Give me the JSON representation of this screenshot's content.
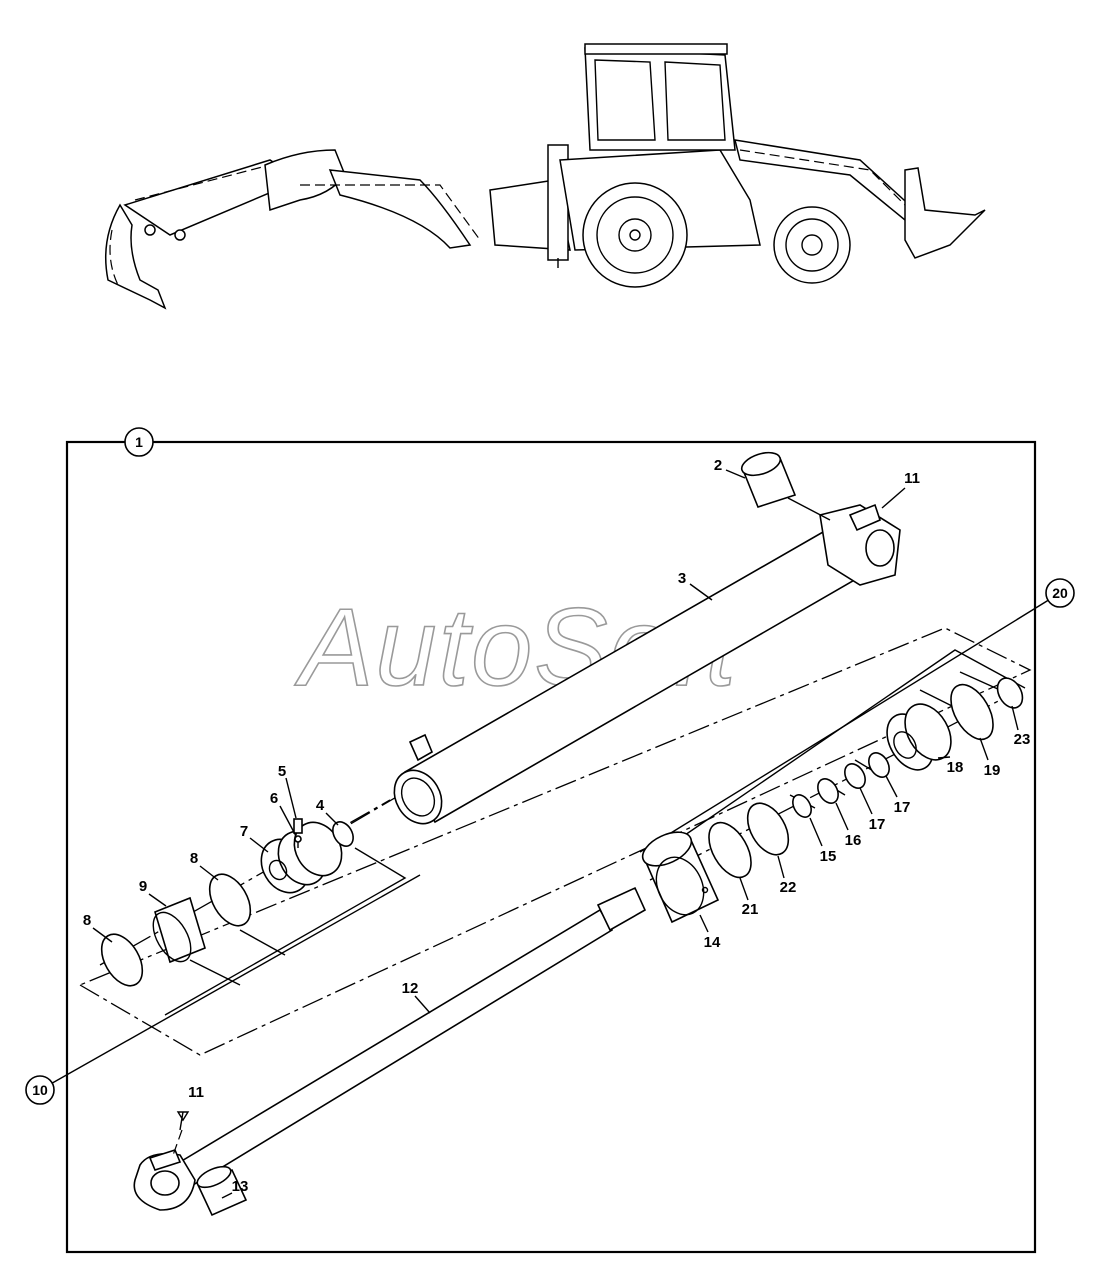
{
  "watermark": "AutoSoft",
  "assembly_callout": "1",
  "seal_kit_callouts": [
    "10",
    "20"
  ],
  "part_labels": [
    {
      "id": "p2",
      "text": "2"
    },
    {
      "id": "p11a",
      "text": "11"
    },
    {
      "id": "p3",
      "text": "3"
    },
    {
      "id": "p5",
      "text": "5"
    },
    {
      "id": "p6",
      "text": "6"
    },
    {
      "id": "p4",
      "text": "4"
    },
    {
      "id": "p7",
      "text": "7"
    },
    {
      "id": "p8a",
      "text": "8"
    },
    {
      "id": "p9",
      "text": "9"
    },
    {
      "id": "p8b",
      "text": "8"
    },
    {
      "id": "p12",
      "text": "12"
    },
    {
      "id": "p11b",
      "text": "11"
    },
    {
      "id": "p13",
      "text": "13"
    },
    {
      "id": "p14",
      "text": "14"
    },
    {
      "id": "p21",
      "text": "21"
    },
    {
      "id": "p22",
      "text": "22"
    },
    {
      "id": "p15",
      "text": "15"
    },
    {
      "id": "p16",
      "text": "16"
    },
    {
      "id": "p17a",
      "text": "17"
    },
    {
      "id": "p17b",
      "text": "17"
    },
    {
      "id": "p18",
      "text": "18"
    },
    {
      "id": "p19",
      "text": "19"
    },
    {
      "id": "p23",
      "text": "23"
    }
  ]
}
